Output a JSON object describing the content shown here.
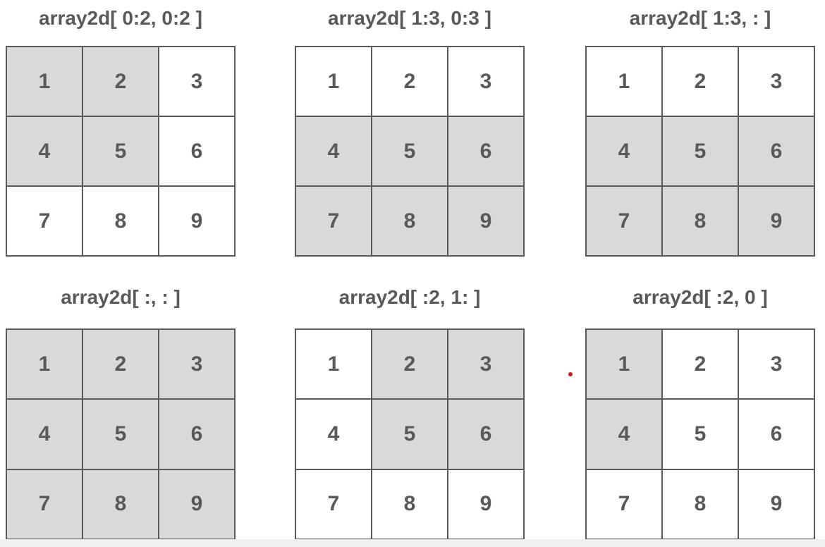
{
  "page": {
    "background": "#ffffff",
    "footer_strip_color": "#f1f0f0"
  },
  "colors": {
    "selected_cell_fill": "#d9d9d9",
    "unselected_cell_fill": "#ffffff",
    "grid_border": "#595959",
    "text": "#595959",
    "laser_dot": "#bf201a"
  },
  "laser_dot": {
    "present": true
  },
  "panels": [
    {
      "title": "array2d[ 0:2, 0:2 ]",
      "cells": [
        {
          "value": "1",
          "selected": true
        },
        {
          "value": "2",
          "selected": true
        },
        {
          "value": "3",
          "selected": false
        },
        {
          "value": "4",
          "selected": true
        },
        {
          "value": "5",
          "selected": true
        },
        {
          "value": "6",
          "selected": false
        },
        {
          "value": "7",
          "selected": false
        },
        {
          "value": "8",
          "selected": false
        },
        {
          "value": "9",
          "selected": false
        }
      ]
    },
    {
      "title": "array2d[ 1:3, 0:3 ]",
      "cells": [
        {
          "value": "1",
          "selected": false
        },
        {
          "value": "2",
          "selected": false
        },
        {
          "value": "3",
          "selected": false
        },
        {
          "value": "4",
          "selected": true
        },
        {
          "value": "5",
          "selected": true
        },
        {
          "value": "6",
          "selected": true
        },
        {
          "value": "7",
          "selected": true
        },
        {
          "value": "8",
          "selected": true
        },
        {
          "value": "9",
          "selected": true
        }
      ]
    },
    {
      "title": "array2d[ 1:3, : ]",
      "cells": [
        {
          "value": "1",
          "selected": false
        },
        {
          "value": "2",
          "selected": false
        },
        {
          "value": "3",
          "selected": false
        },
        {
          "value": "4",
          "selected": true
        },
        {
          "value": "5",
          "selected": true
        },
        {
          "value": "6",
          "selected": true
        },
        {
          "value": "7",
          "selected": true
        },
        {
          "value": "8",
          "selected": true
        },
        {
          "value": "9",
          "selected": true
        }
      ]
    },
    {
      "title": "array2d[ :, : ]",
      "cells": [
        {
          "value": "1",
          "selected": true
        },
        {
          "value": "2",
          "selected": true
        },
        {
          "value": "3",
          "selected": true
        },
        {
          "value": "4",
          "selected": true
        },
        {
          "value": "5",
          "selected": true
        },
        {
          "value": "6",
          "selected": true
        },
        {
          "value": "7",
          "selected": true
        },
        {
          "value": "8",
          "selected": true
        },
        {
          "value": "9",
          "selected": true
        }
      ]
    },
    {
      "title": "array2d[ :2, 1: ]",
      "cells": [
        {
          "value": "1",
          "selected": false
        },
        {
          "value": "2",
          "selected": true
        },
        {
          "value": "3",
          "selected": true
        },
        {
          "value": "4",
          "selected": false
        },
        {
          "value": "5",
          "selected": true
        },
        {
          "value": "6",
          "selected": true
        },
        {
          "value": "7",
          "selected": false
        },
        {
          "value": "8",
          "selected": false
        },
        {
          "value": "9",
          "selected": false
        }
      ]
    },
    {
      "title": "array2d[ :2, 0 ]",
      "cells": [
        {
          "value": "1",
          "selected": true
        },
        {
          "value": "2",
          "selected": false
        },
        {
          "value": "3",
          "selected": false
        },
        {
          "value": "4",
          "selected": true
        },
        {
          "value": "5",
          "selected": false
        },
        {
          "value": "6",
          "selected": false
        },
        {
          "value": "7",
          "selected": false
        },
        {
          "value": "8",
          "selected": false
        },
        {
          "value": "9",
          "selected": false
        }
      ]
    }
  ]
}
